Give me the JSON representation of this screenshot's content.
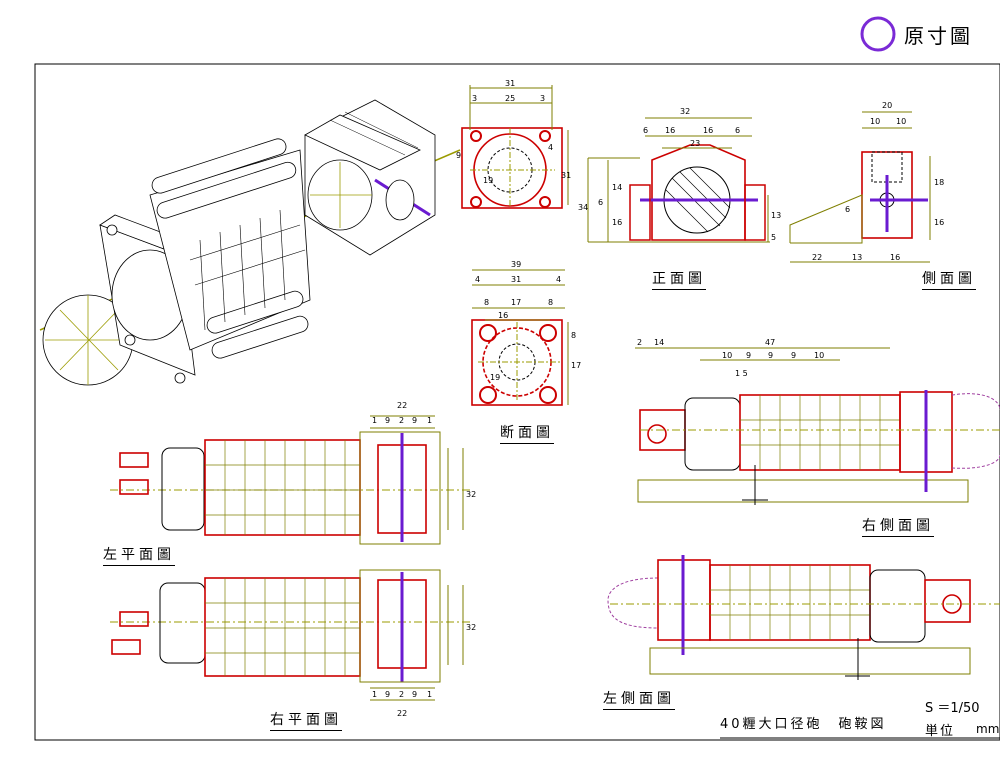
{
  "header": {
    "stamp_label": "原寸圖",
    "stamp_color": "#7a2ad6"
  },
  "views": {
    "front": "正面圖",
    "side": "側面圖",
    "section": "断面圖",
    "right_side": "右側面圖",
    "left_plan": "左平面圖",
    "right_plan": "右平面圖",
    "left_side": "左側面圖"
  },
  "footer": {
    "title": "40糎大口径砲　砲鞍図",
    "scale": "S ＝1/50",
    "unit_label": "単位",
    "unit": "mm"
  },
  "dims": {
    "d31": "31",
    "d3a": "3",
    "d25": "25",
    "d3b": "3",
    "d9": "9",
    "d4": "4",
    "d19": "19",
    "d31v": "31",
    "d32": "32",
    "d6a": "6",
    "d16a": "16",
    "d16b": "16",
    "d6b": "6",
    "d23": "23",
    "d34": "34",
    "d14": "14",
    "d6c": "6",
    "d16c": "16",
    "d13": "13",
    "d5": "5",
    "d20": "20",
    "d10a": "10",
    "d10b": "10",
    "d18": "18",
    "d16d": "16",
    "d6d": "6",
    "d22a": "22",
    "d13b": "13",
    "d16e": "16",
    "d39": "39",
    "d4a": "4",
    "d31b": "31",
    "d4b": "4",
    "d8a": "8",
    "d17": "17",
    "d8b": "8",
    "d16f": "16",
    "d19b": "19",
    "d8v": "8",
    "d17v": "17",
    "d47": "47",
    "d2a": "2",
    "d14b": "14",
    "d10c": "10",
    "d9a": "9",
    "d9b": "9",
    "d9c": "9",
    "d10d": "10",
    "d15": "1 5",
    "d22b": "22",
    "d1a": "1",
    "d9d": "9",
    "d2b": "2",
    "d9e": "9",
    "d1b": "1",
    "d32b": "32",
    "d22c": "22",
    "d1c": "1",
    "d9f": "9",
    "d2c": "2",
    "d9g": "9",
    "d1d": "1",
    "d32c": "32"
  }
}
